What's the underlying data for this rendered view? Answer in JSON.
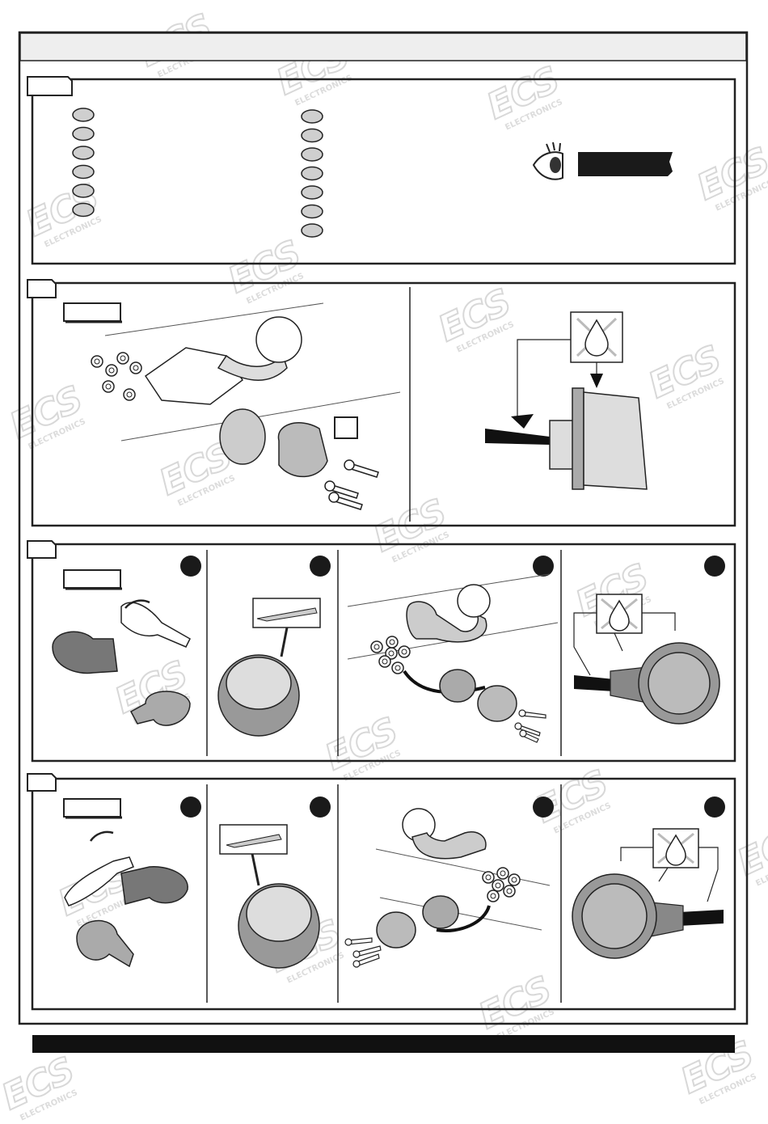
{
  "watermark": {
    "logo": "ECS",
    "sub": "ELECTRONICS"
  },
  "colors": {
    "frame": "#222222",
    "header_bar": "#eeeeee",
    "part_fill": "#cfcfcf",
    "bullet": "#1a1a1a",
    "watermark": "#d8d8d8"
  },
  "icons": [
    "eye-icon",
    "no-grease-icon",
    "step-bullet-icon",
    "bolt-icon",
    "nut-icon",
    "pliers-icon",
    "knife-icon",
    "tow-ball-icon",
    "socket-icon"
  ],
  "parts": {
    "left_column_count": 6,
    "right_column_count": 7
  }
}
